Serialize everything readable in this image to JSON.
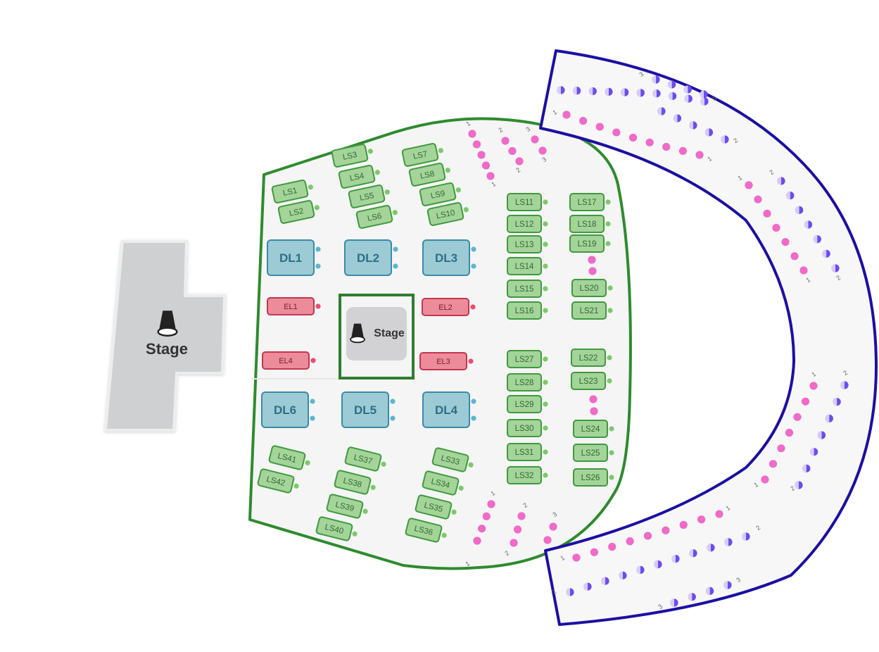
{
  "main_stage": {
    "label": "Stage",
    "icon": "spotlight-icon"
  },
  "center_stage": {
    "label": "Stage",
    "icon": "spotlight-icon"
  },
  "colors": {
    "floor_border": "#2e8b2e",
    "balcony_border": "#1c0fa3",
    "dl_fill": "#9ccbd6",
    "ls_fill": "#a4d49a",
    "el_fill": "#ec8c9a",
    "pink_seat": "#f06ac8",
    "purple_seat": "#6b4cf0"
  },
  "tables": {
    "dl": [
      "DL1",
      "DL2",
      "DL3",
      "DL4",
      "DL5",
      "DL6"
    ],
    "el": [
      "EL1",
      "EL2",
      "EL3",
      "EL4"
    ],
    "ls": [
      "LS1",
      "LS2",
      "LS3",
      "LS4",
      "LS5",
      "LS6",
      "LS7",
      "LS8",
      "LS9",
      "LS10",
      "LS11",
      "LS12",
      "LS13",
      "LS14",
      "LS15",
      "LS16",
      "LS17",
      "LS18",
      "LS19",
      "LS20",
      "LS21",
      "LS22",
      "LS23",
      "LS24",
      "LS25",
      "LS26",
      "LS27",
      "LS28",
      "LS29",
      "LS30",
      "LS31",
      "LS32",
      "LS33",
      "LS34",
      "LS35",
      "LS36",
      "LS37",
      "LS38",
      "LS39",
      "LS40",
      "LS41",
      "LS42"
    ]
  },
  "row_labels": {
    "floor_top": [
      "1",
      "2",
      "3",
      "1",
      "2",
      "3"
    ],
    "floor_bottom": [
      "1",
      "2",
      "3",
      "1",
      "2"
    ],
    "balcony_top": [
      "3",
      "3",
      "1",
      "2",
      "1"
    ],
    "balcony_right_upper": [
      "2",
      "1",
      "1",
      "2"
    ],
    "balcony_right_lower": [
      "1",
      "2",
      "1",
      "2"
    ],
    "balcony_bottom": [
      "1",
      "1",
      "2",
      "2",
      "3",
      "3"
    ]
  }
}
